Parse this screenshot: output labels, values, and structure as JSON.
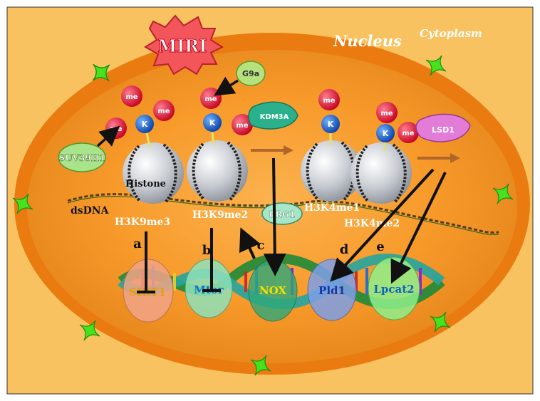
{
  "labels": {
    "miri": "MIRI",
    "nucleus": "Nucleus",
    "cytoplasm": "Cytoplasm",
    "histone": "Histone",
    "dsdna": "dsDNA",
    "me": "me",
    "k": "K"
  },
  "enzymes": {
    "suv39h1": "SUV39H1",
    "g9a": "G9a",
    "kdm3a": "KDM3A",
    "lsd1": "LSD1",
    "brg1": "BRG1"
  },
  "marks": {
    "h3k9me3": "H3K9me3",
    "h3k9me2": "H3K9me2",
    "h3k4me1": "H3K4me1",
    "h3k4me2": "H3K4me2"
  },
  "pathways": {
    "a": "a",
    "b": "b",
    "c": "c",
    "d": "d",
    "e": "e"
  },
  "genes": {
    "sirt1": "SIRT1",
    "mtor": "Mtor",
    "nox": "NOX",
    "pld1": "Pld1",
    "lpcat2": "Lpcat2"
  },
  "colors": {
    "frame_bg": "#f9c260",
    "nucleus_rim": "#e97b10",
    "nucleus_fill": "#f39a2e",
    "pore": "#46e31d",
    "me_ball": "#e8163a",
    "k_ball": "#1565d8",
    "histone": "#c9cdd3"
  }
}
